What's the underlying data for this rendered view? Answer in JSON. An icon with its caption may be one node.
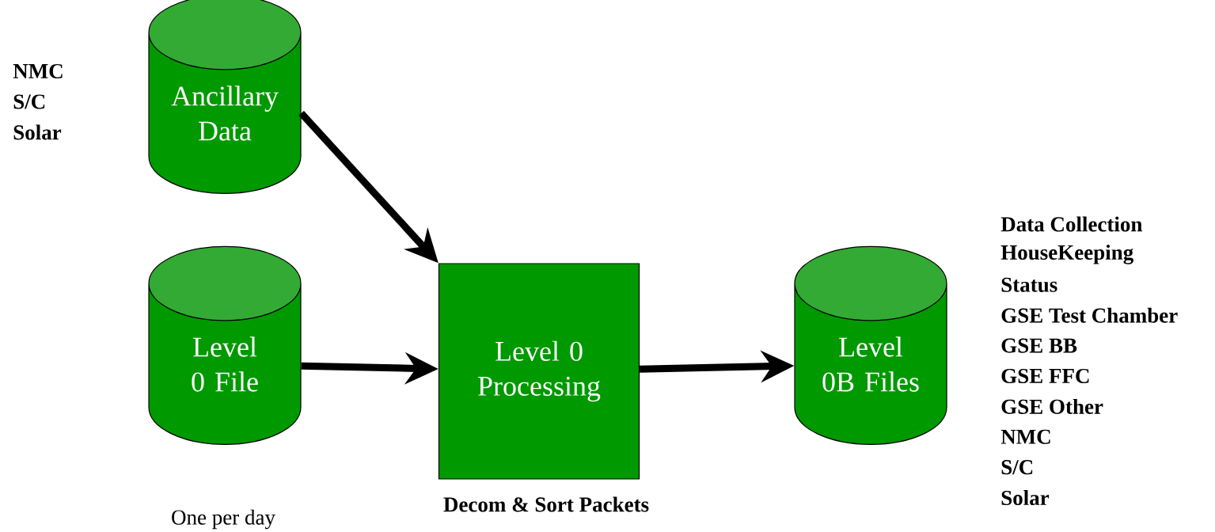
{
  "diagram": {
    "nodes": [
      {
        "text": [
          "Ancillary Data"
        ]
      },
      {
        "text": [
          "Level 0 File"
        ],
        "beside": [
          "One per day"
        ]
      },
      {
        "text": [
          "Level 0 Processing"
        ],
        "beside": [
          "Decom & Sort Packets"
        ]
      },
      {
        "text": [
          "Level 0B Files"
        ]
      }
    ],
    "edges": [
      {
        "from": 0,
        "to": 2,
        "arrow": "to"
      },
      {
        "from": 1,
        "to": 2,
        "arrow": "to"
      },
      {
        "from": 2,
        "to": 3,
        "arrow": "to"
      }
    ],
    "labels": [
      "NMC",
      "S/C",
      "Solar",
      "Data Collection",
      "HouseKeeping",
      "Status",
      "GSE Test Chamber",
      "GSE BB",
      "GSE FFC",
      "GSE Other",
      "NMC",
      "S/C",
      "Solar"
    ]
  }
}
